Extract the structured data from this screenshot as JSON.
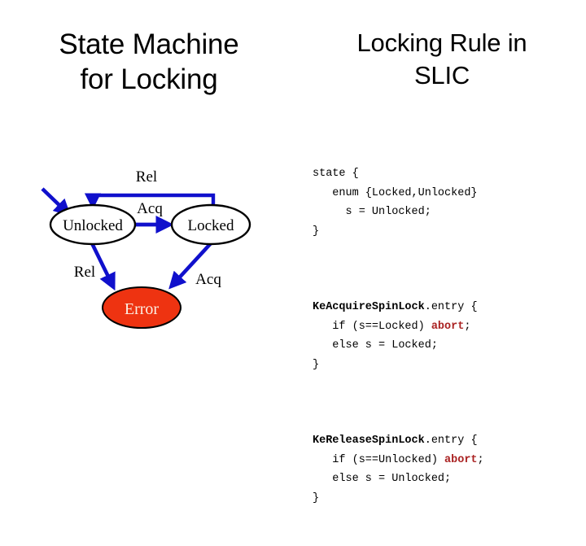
{
  "slide": {
    "background_color": "#FFFFFF",
    "title_left": "State Machine\nfor Locking",
    "title_left_line1": "State Machine",
    "title_left_line2": "for Locking",
    "title_right": "Locking Rule in\nSLIC",
    "title_right_line1": "Locking Rule in",
    "title_right_line2": "SLIC"
  },
  "diagram": {
    "title": "State Machine for Locking",
    "colors": {
      "arrow": "#1010CC",
      "state_fill": "#FFFFFF",
      "state_stroke": "#000000",
      "error_fill": "#EE3311",
      "error_text": "#FBEFE3",
      "state_text": "#000000",
      "label_text": "#000000"
    },
    "states": [
      {
        "id": "unlocked",
        "label": "Unlocked",
        "kind": "normal",
        "initial": true
      },
      {
        "id": "locked",
        "label": "Locked",
        "kind": "normal",
        "initial": false
      },
      {
        "id": "error",
        "label": "Error",
        "kind": "error",
        "initial": false
      }
    ],
    "transitions": [
      {
        "from": "unlocked",
        "to": "locked",
        "label": "Acq"
      },
      {
        "from": "locked",
        "to": "unlocked",
        "label": "Rel"
      },
      {
        "from": "unlocked",
        "to": "error",
        "label": "Rel"
      },
      {
        "from": "locked",
        "to": "error",
        "label": "Acq"
      }
    ],
    "labels": {
      "rel_top": "Rel",
      "acq_mid": "Acq",
      "rel_left": "Rel",
      "acq_right": "Acq"
    }
  },
  "code": {
    "blocks": [
      {
        "id": "state-block",
        "lines": [
          {
            "segments": [
              {
                "text": "state {",
                "style": "plain"
              }
            ]
          },
          {
            "segments": [
              {
                "text": "   enum {Locked,Unlocked}",
                "style": "plain"
              }
            ]
          },
          {
            "segments": [
              {
                "text": "     s = Unlocked;",
                "style": "plain"
              }
            ]
          },
          {
            "segments": [
              {
                "text": "}",
                "style": "plain"
              }
            ]
          }
        ]
      },
      {
        "id": "acquire-block",
        "lines": [
          {
            "segments": [
              {
                "text": "KeAcquireSpinLock",
                "style": "fn"
              },
              {
                "text": ".entry {",
                "style": "plain"
              }
            ]
          },
          {
            "segments": [
              {
                "text": "   if (s==Locked) ",
                "style": "plain"
              },
              {
                "text": "abort",
                "style": "abort"
              },
              {
                "text": ";",
                "style": "plain"
              }
            ]
          },
          {
            "segments": [
              {
                "text": "   else s = Locked;",
                "style": "plain"
              }
            ]
          },
          {
            "segments": [
              {
                "text": "}",
                "style": "plain"
              }
            ]
          }
        ]
      },
      {
        "id": "release-block",
        "lines": [
          {
            "segments": [
              {
                "text": "KeReleaseSpinLock",
                "style": "fn"
              },
              {
                "text": ".entry {",
                "style": "plain"
              }
            ]
          },
          {
            "segments": [
              {
                "text": "   if (s==Unlocked) ",
                "style": "plain"
              },
              {
                "text": "abort",
                "style": "abort"
              },
              {
                "text": ";",
                "style": "plain"
              }
            ]
          },
          {
            "segments": [
              {
                "text": "   else s = Unlocked;",
                "style": "plain"
              }
            ]
          },
          {
            "segments": [
              {
                "text": "}",
                "style": "plain"
              }
            ]
          }
        ]
      }
    ]
  }
}
